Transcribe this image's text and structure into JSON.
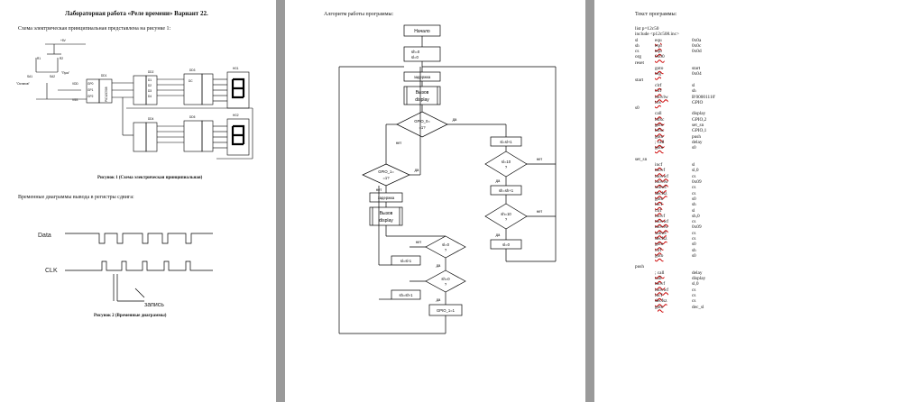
{
  "page1": {
    "title": "Лабораторная работа «Реле времени» Вариант 22.",
    "intro": "Схема электрическая принципиальная представлена на рисунке 1:",
    "fig1_caption": "Рисунок 1 (Схема электрическая принципиальная)",
    "section2": "Временные диаграммы вывода в регистры сдвига:",
    "fig2_caption": "Рисунок 2 (Временные диаграммы)",
    "sig_data": "Data",
    "sig_clk": "CLK",
    "sig_write": "запись",
    "schem": {
      "v5": "+5V",
      "r1": "R1",
      "r2": "R2",
      "sa1": "SA1",
      "sa2": "SA2",
      "pusk": "\"Пуск\"",
      "ostanov": "\"Останов\"",
      "vdd": "VDD",
      "vss": "VSS",
      "dd1": "DD1",
      "dd2": "DD2",
      "dd3": "DD3",
      "dd4": "DD4",
      "dd5": "DD5",
      "hg1": "HG1",
      "hg2": "HG2",
      "pic": "PIC12C508",
      "dc": "DC",
      "gp0": "GP0",
      "gp1": "GP1",
      "gp2": "GP2",
      "d1": "D1",
      "d2": "D2",
      "d3": "D3",
      "d4": "D4"
    }
  },
  "page2": {
    "title": "Алгоритм работы программы:",
    "start": "Начало",
    "init": [
      "sh=0",
      "sl=0"
    ],
    "delay1": "задержка",
    "call_display1": [
      "Вызов",
      "display"
    ],
    "cond_gpio0": [
      "GPIO_0=",
      "=1?"
    ],
    "cond_gpio1": [
      "GPIO_1=",
      "=1?"
    ],
    "yes1": "да",
    "no1": "нет",
    "yes2": "да",
    "no2": "нет",
    "delay2": "задержка",
    "call_display2": [
      "Вызов",
      "display"
    ],
    "cond_sl0": [
      "sl=0",
      "?"
    ],
    "no3": "нет",
    "yes3": "да",
    "slsl1": "sl=sl-1",
    "cond_sh0": [
      "sh=0",
      "?"
    ],
    "yes4": "да",
    "shsh1": "sh=sh-1",
    "gpio1set": "GPIO_1=1",
    "r_slsl1": "sl=sl+1",
    "cond_sl10": [
      "sl=10",
      "?"
    ],
    "no5": "нет",
    "yes5": "да",
    "r_shsh1": "sh=sh+1",
    "cond_sh10": [
      "sh=10",
      "?"
    ],
    "no6": "нет",
    "yes6": "да",
    "r_sl0": "sl=0"
  },
  "page3": {
    "title": "Текст программы:",
    "lines": [
      [
        "list p=12c50",
        "",
        ""
      ],
      [
        "include <p12c508.inc>",
        "",
        ""
      ],
      [
        "sl",
        "equ",
        "0x0a"
      ],
      [
        "sh",
        "equ",
        "0x0c"
      ],
      [
        "cs",
        "equ",
        "0x0d"
      ],
      [
        "org",
        "0x00",
        ""
      ],
      [
        "reset",
        "",
        ""
      ],
      [
        "",
        "goto",
        "start"
      ],
      [
        "",
        "org",
        "0x04"
      ],
      [
        "start",
        "",
        ""
      ],
      [
        "",
        "clrf",
        "sl"
      ],
      [
        "",
        "clrf",
        "sh"
      ],
      [
        "",
        "movlw",
        "B'00001110'"
      ],
      [
        "",
        "tris",
        "GPIO"
      ],
      [
        "s0",
        "",
        ""
      ],
      [
        "",
        "call",
        "display"
      ],
      [
        "",
        "btfsc",
        "GPIO,2"
      ],
      [
        "",
        "goto",
        "set_sn"
      ],
      [
        "",
        "btfsc",
        "GPIO,1"
      ],
      [
        "",
        "goto",
        "push"
      ],
      [
        "",
        "; call",
        "delay"
      ],
      [
        "",
        "goto",
        "s0"
      ],
      [
        "",
        "",
        ""
      ],
      [
        "set_sn",
        "",
        ""
      ],
      [
        "",
        "incf",
        "sl"
      ],
      [
        "",
        "movf",
        "sl,0"
      ],
      [
        "",
        "movwf",
        "cs"
      ],
      [
        "",
        "movlw",
        "0x09"
      ],
      [
        "",
        "subwf",
        "cs"
      ],
      [
        "",
        "decfsz",
        "cs"
      ],
      [
        "",
        "goto",
        "s0"
      ],
      [
        "",
        "incf",
        "sh"
      ],
      [
        "",
        "clrf",
        "sl"
      ],
      [
        "",
        "movf",
        "sh,0"
      ],
      [
        "",
        "movwf",
        "cs"
      ],
      [
        "",
        "movlw",
        "0x09"
      ],
      [
        "",
        "subwf",
        "cs"
      ],
      [
        "",
        "decfsz",
        "cs"
      ],
      [
        "",
        "goto",
        "s0"
      ],
      [
        "",
        "clrf",
        "sh"
      ],
      [
        "",
        "goto",
        "s0"
      ],
      [
        "",
        "",
        ""
      ],
      [
        "push",
        "",
        ""
      ],
      [
        "",
        "; call",
        "delay"
      ],
      [
        "",
        "call",
        "display"
      ],
      [
        "",
        "movf",
        "sl,0"
      ],
      [
        "",
        "movwf",
        "cs"
      ],
      [
        "",
        "incf",
        "cs"
      ],
      [
        "",
        "decfsz",
        "cs"
      ],
      [
        "",
        "goto",
        "dec_sl"
      ]
    ]
  }
}
